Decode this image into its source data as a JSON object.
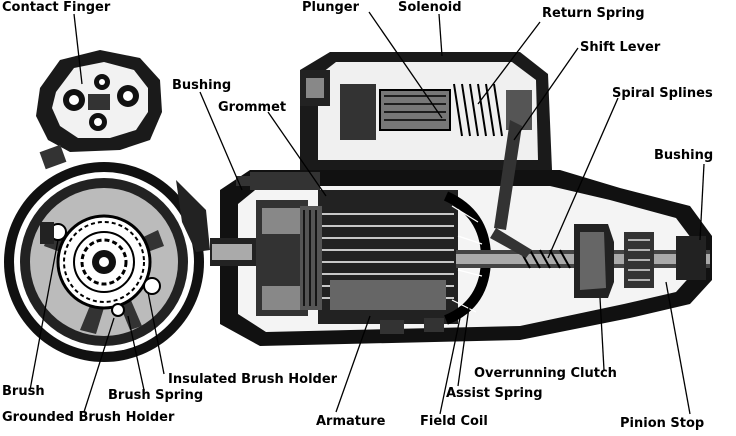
{
  "labels": {
    "contact_finger": "Contact Finger",
    "plunger": "Plunger",
    "solenoid": "Solenoid",
    "return_spring": "Return Spring",
    "shift_lever": "Shift Lever",
    "bushing_top": "Bushing",
    "grommet": "Grommet",
    "spiral_splines": "Spiral Splines",
    "bushing_right": "Bushing",
    "overrunning_clutch": "Overrunning Clutch",
    "insulated_brush_holder": "Insulated Brush Holder",
    "brush": "Brush",
    "brush_spring": "Brush Spring",
    "grounded_brush_holder": "Grounded Brush Holder",
    "armature": "Armature",
    "field_coil": "Field Coil",
    "assist_spring": "Assist Spring",
    "pinion_stop": "Pinion Stop"
  }
}
